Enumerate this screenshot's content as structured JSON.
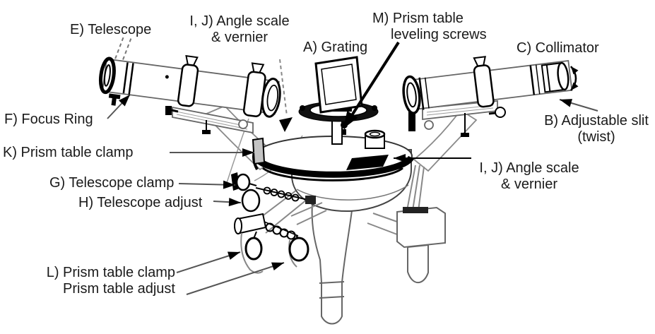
{
  "labels": {
    "telescope": "E) Telescope",
    "angle_scale_top": {
      "line1": "I, J) Angle scale",
      "line2": "& vernier"
    },
    "grating": "A) Grating",
    "leveling_screws": {
      "line1": "M) Prism table",
      "line2": "leveling screws"
    },
    "collimator": "C) Collimator",
    "focus_ring": "F) Focus Ring",
    "adjustable_slit": {
      "line1": "B) Adjustable slit",
      "line2": "(twist)"
    },
    "prism_table_clamp_k": "K) Prism table clamp",
    "angle_scale_right": {
      "line1": "I, J) Angle scale",
      "line2": "& vernier"
    },
    "telescope_clamp_g": "G) Telescope clamp",
    "telescope_adjust_h": "H) Telescope adjust",
    "prism_table_lm": {
      "line1": "L) Prism table clamp",
      "line2": "Prism table adjust"
    }
  },
  "colors": {
    "ink": "#1a1a1a",
    "outline_gray": "#666666",
    "leader_line": "#555555",
    "background": "#ffffff"
  }
}
